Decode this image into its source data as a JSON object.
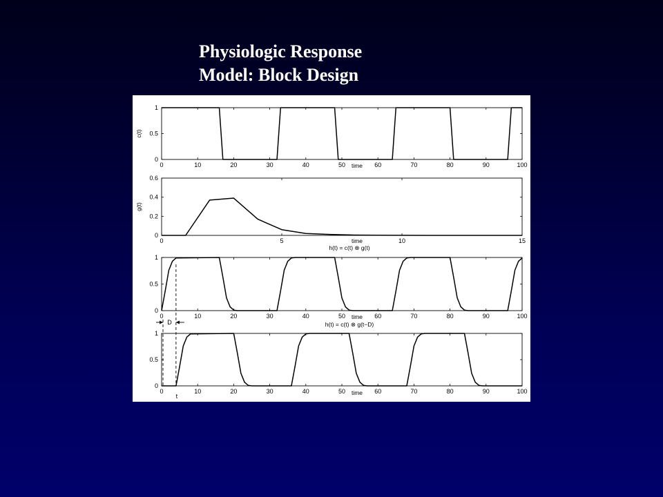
{
  "slide": {
    "title_line1": "Physiologic Response",
    "title_line2": "Model: Block Design"
  },
  "chart_data": [
    {
      "type": "line",
      "ylabel": "c(t)",
      "xlabel": "time",
      "xlim": [
        0,
        100
      ],
      "ylim": [
        0,
        1
      ],
      "xticks": [
        0,
        10,
        20,
        30,
        40,
        50,
        60,
        70,
        80,
        90,
        100
      ],
      "yticks": [
        0,
        0.5,
        1
      ],
      "series": [
        {
          "x": [
            0,
            16,
            17,
            32,
            33,
            48,
            49,
            64,
            65,
            80,
            81,
            96,
            97,
            100
          ],
          "y": [
            1,
            1,
            0,
            0,
            1,
            1,
            0,
            0,
            1,
            1,
            0,
            0,
            1,
            1
          ]
        }
      ]
    },
    {
      "type": "line",
      "ylabel": "g(t)",
      "xlabel": "time",
      "xlim": [
        0,
        15
      ],
      "ylim": [
        0,
        0.6
      ],
      "xticks": [
        0,
        5,
        10,
        15
      ],
      "yticks": [
        0,
        0.2,
        0.4,
        0.6
      ],
      "series": [
        {
          "x": [
            0,
            1,
            2,
            3,
            4,
            5,
            6,
            7,
            8,
            9,
            10,
            11,
            12,
            13,
            14,
            15
          ],
          "y": [
            0,
            0,
            0.37,
            0.39,
            0.17,
            0.06,
            0.02,
            0.01,
            0.004,
            0.002,
            0.001,
            0,
            0,
            0,
            0,
            0
          ]
        }
      ]
    },
    {
      "type": "line",
      "title": "h(t) = c(t) ⊗ g(t)",
      "xlabel": "time",
      "xlim": [
        0,
        100
      ],
      "ylim": [
        0,
        1
      ],
      "xticks": [
        0,
        10,
        20,
        30,
        40,
        50,
        60,
        70,
        80,
        90,
        100
      ],
      "yticks": [
        0,
        0.5,
        1
      ],
      "series": [
        {
          "x": [
            0,
            1,
            2,
            3,
            4,
            16,
            17,
            18,
            19,
            20,
            21,
            32,
            33,
            34,
            35,
            36,
            37,
            48,
            49,
            50,
            51,
            52,
            53,
            64,
            65,
            66,
            67,
            68,
            69,
            80,
            81,
            82,
            83,
            84,
            85,
            96,
            97,
            98,
            99,
            100
          ],
          "y": [
            0,
            0.37,
            0.76,
            0.93,
            0.99,
            1,
            0.63,
            0.24,
            0.07,
            0.01,
            0,
            0,
            0.37,
            0.76,
            0.93,
            0.99,
            1,
            1,
            0.63,
            0.24,
            0.07,
            0.01,
            0,
            0,
            0.37,
            0.76,
            0.93,
            0.99,
            1,
            1,
            0.63,
            0.24,
            0.07,
            0.01,
            0,
            0,
            0.37,
            0.76,
            0.93,
            0.99
          ]
        }
      ]
    },
    {
      "type": "line",
      "title": "h(t) = c(t) ⊗ g(t−D)",
      "xlabel": "time",
      "xlim": [
        0,
        100
      ],
      "ylim": [
        0,
        1
      ],
      "xticks": [
        0,
        10,
        20,
        30,
        40,
        50,
        60,
        70,
        80,
        90,
        100
      ],
      "yticks": [
        0,
        0.5,
        1
      ],
      "annotations": [
        "D",
        "t"
      ],
      "delay": 4,
      "series": [
        {
          "x": [
            0,
            4,
            5,
            6,
            7,
            8,
            20,
            21,
            22,
            23,
            24,
            25,
            36,
            37,
            38,
            39,
            40,
            41,
            52,
            53,
            54,
            55,
            56,
            57,
            68,
            69,
            70,
            71,
            72,
            73,
            84,
            85,
            86,
            87,
            88,
            89,
            100
          ],
          "y": [
            0,
            0,
            0.37,
            0.76,
            0.93,
            0.99,
            1,
            0.63,
            0.24,
            0.07,
            0.01,
            0,
            0,
            0.37,
            0.76,
            0.93,
            0.99,
            1,
            1,
            0.63,
            0.24,
            0.07,
            0.01,
            0,
            0,
            0.37,
            0.76,
            0.93,
            0.99,
            1,
            1,
            0.63,
            0.24,
            0.07,
            0.01,
            0,
            0
          ]
        }
      ]
    }
  ]
}
